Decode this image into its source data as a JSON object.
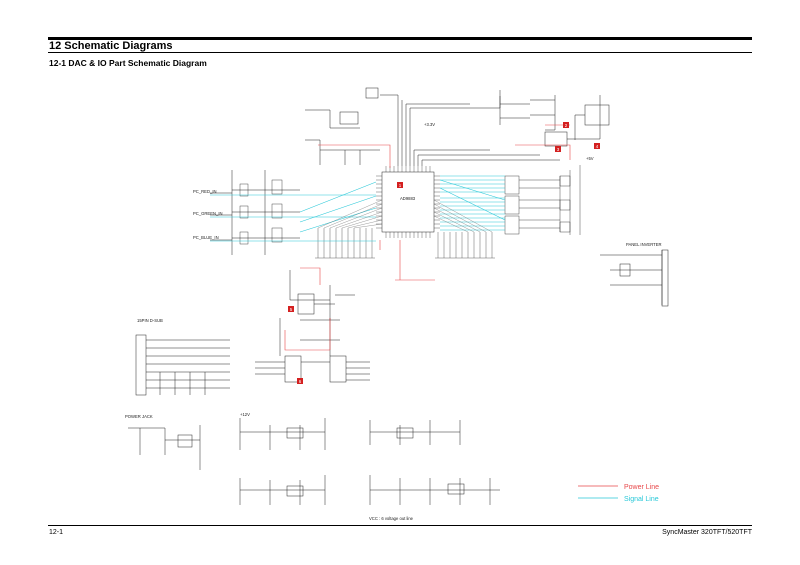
{
  "header": {
    "section_title": "12 Schematic Diagrams",
    "subtitle": "12-1 DAC & IO Part Schematic Diagram"
  },
  "schematic": {
    "labels": {
      "panel_inverter": "PANEL INVERTER",
      "dsub": "15PIN D-SUB",
      "power_jack": "POWER JACK",
      "vcc_note": "VCC : 6 voltage out line",
      "rgb_r": "PC_RED_IN",
      "rgb_g": "PC_GREEN_IN",
      "rgb_b": "PC_BLUE_IN",
      "ic_main": "AD9883",
      "v33": "+3.3V",
      "v5": "+5V",
      "v12": "+12V"
    },
    "legend": {
      "power_line": "Power Line",
      "signal_line": "Signal Line"
    },
    "markers": [
      "1",
      "2",
      "3",
      "4",
      "5",
      "6"
    ],
    "colors": {
      "power_line": "#e8484a",
      "signal_line": "#28c8d8",
      "marker": "#d42020",
      "wire": "#222222"
    }
  },
  "footer": {
    "page_number": "12-1",
    "model": "SyncMaster 320TFT/520TFT"
  }
}
